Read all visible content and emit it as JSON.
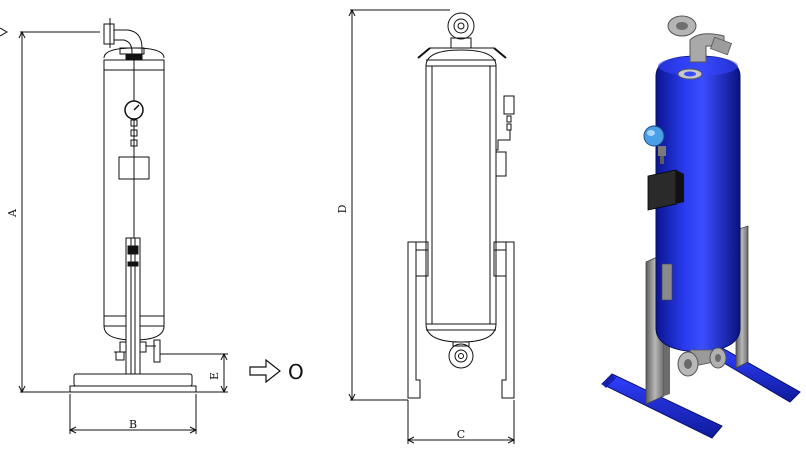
{
  "dimensions": {
    "A": "A",
    "B": "B",
    "C": "C",
    "D": "D",
    "E": "E"
  },
  "flow": {
    "outlet_label": "O"
  },
  "colors": {
    "line": "#111111",
    "vessel_blue": "#1f2fd6",
    "base_blue": "#1a2bd0",
    "metal_gray": "#9a9a9a"
  }
}
